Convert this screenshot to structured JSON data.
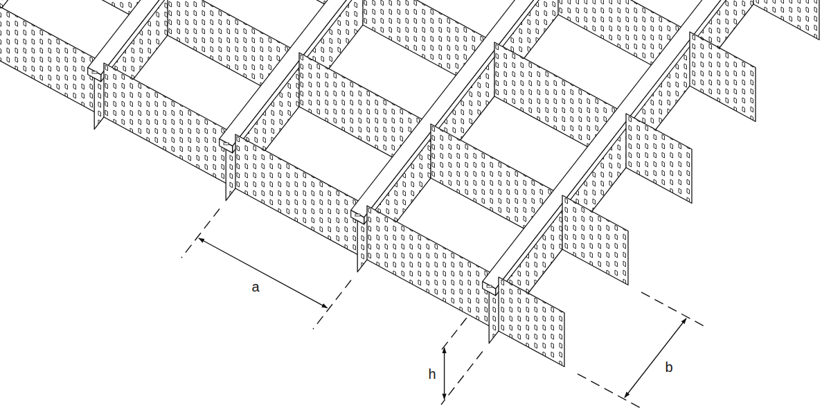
{
  "diagram": {
    "labels": [
      "a",
      "b",
      "h"
    ]
  }
}
